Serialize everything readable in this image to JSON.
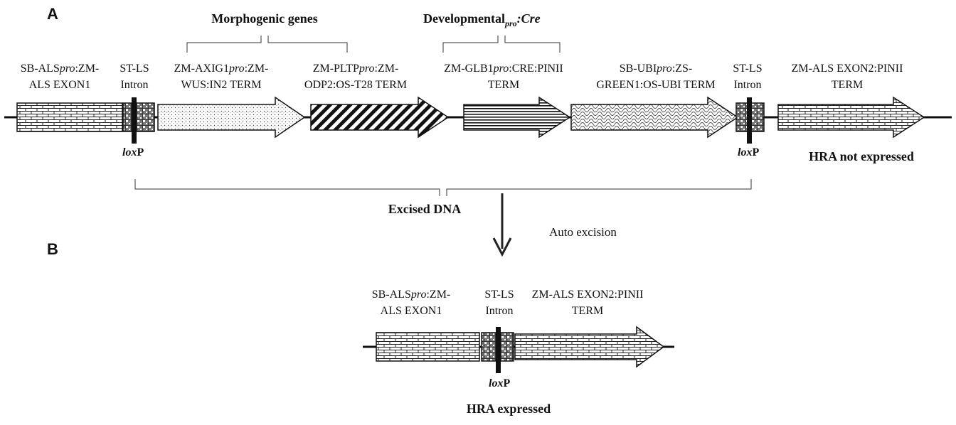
{
  "panels": {
    "a": "A",
    "b": "B"
  },
  "headers": {
    "morphogenic": "Morphogenic genes",
    "developmental_main": "Developmental",
    "developmental_sub": "pro",
    "developmental_tail": ":Cre"
  },
  "labels": {
    "sb_als": {
      "l1a": "SB-ALS",
      "l1b": "pro",
      "l1c": ":ZM-",
      "l2": "ALS EXON1"
    },
    "stls": {
      "l1": "ST-LS",
      "l2": "Intron"
    },
    "axig": {
      "l1a": "ZM-AXIG1",
      "l1b": "pro",
      "l1c": ":ZM-",
      "l2": "WUS:IN2 TERM"
    },
    "pltp": {
      "l1a": "ZM-PLTP",
      "l1b": "pro",
      "l1c": ":ZM-",
      "l2": "ODP2:OS-T28 TERM"
    },
    "glb": {
      "l1a": "ZM-GLB1",
      "l1b": "pro",
      "l1c": ":CRE:PINII",
      "l2": "TERM"
    },
    "ubi": {
      "l1a": "SB-UBI",
      "l1b": "pro",
      "l1c": ":ZS-",
      "l2": "GREEN1:OS-UBI TERM"
    },
    "stls2": {
      "l1": "ST-LS",
      "l2": "Intron"
    },
    "als2": {
      "l1": "ZM-ALS EXON2:PINII",
      "l2": "TERM"
    }
  },
  "loxp": {
    "italic": "lox",
    "rest": "P"
  },
  "status": {
    "not_expressed": "HRA not expressed",
    "expressed": "HRA expressed"
  },
  "excised": "Excised DNA",
  "auto_excision": "Auto excision",
  "icons": [
    "brick-segment-icon",
    "loxp-site-icon",
    "arrow-down-icon"
  ]
}
